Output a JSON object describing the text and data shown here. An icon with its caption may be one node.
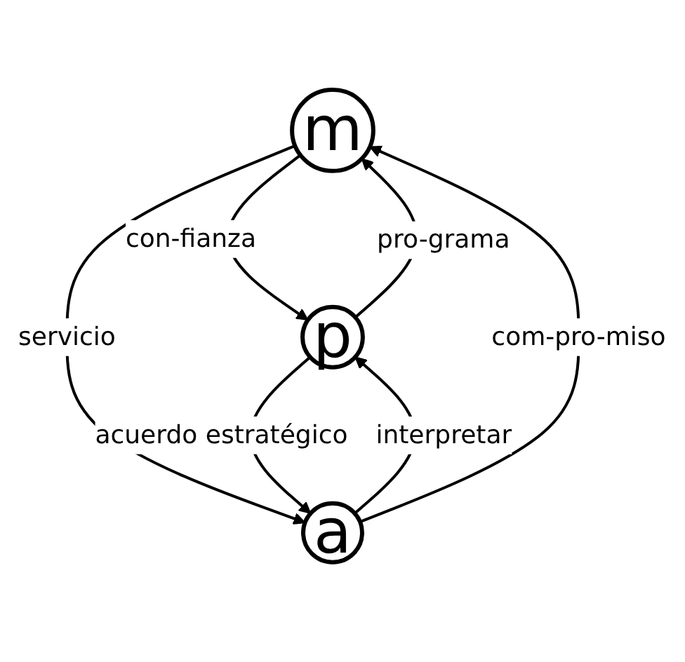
{
  "diagram": {
    "nodes": [
      {
        "text": [
          "m"
        ]
      },
      {
        "text": [
          "p"
        ]
      },
      {
        "text": [
          "a"
        ]
      }
    ],
    "edges": [
      {
        "from": 0,
        "to": 1,
        "arrow": "to",
        "label": "con-fianza"
      },
      {
        "from": 1,
        "to": 0,
        "arrow": "to",
        "label": "pro-grama"
      },
      {
        "from": 0,
        "to": 2,
        "arrow": "to",
        "label": "servicio"
      },
      {
        "from": 2,
        "to": 1,
        "arrow": "to",
        "label": "interpretar"
      },
      {
        "from": 2,
        "to": 0,
        "arrow": "to",
        "label": "com-pro-miso"
      },
      {
        "from": 1,
        "to": 2,
        "arrow": "to",
        "label": "acuerdo estratégico"
      }
    ]
  }
}
